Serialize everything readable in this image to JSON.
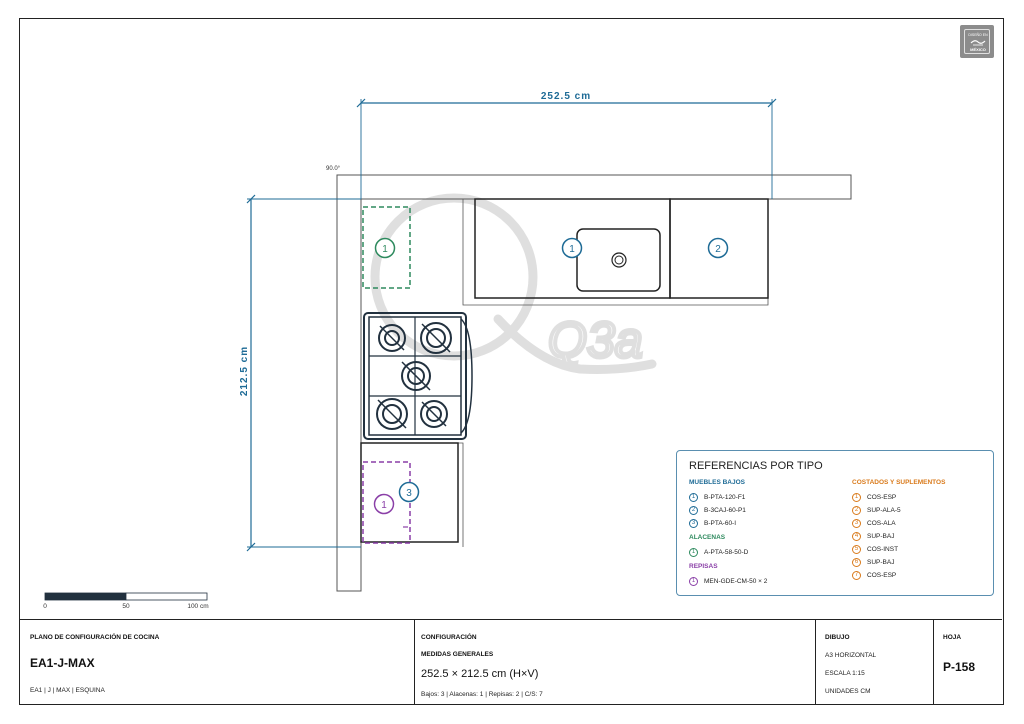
{
  "drawing": {
    "angle_label": "90.0°",
    "width_dim": "252.5 cm",
    "height_dim": "212.5 cm",
    "watermark": "Q3a",
    "markers": [
      {
        "number": "1",
        "color": "#2e8a5e",
        "category": "alacenas"
      },
      {
        "number": "1",
        "color": "#1e6b96",
        "category": "muebles_bajos"
      },
      {
        "number": "2",
        "color": "#1e6b96",
        "category": "muebles_bajos"
      },
      {
        "number": "3",
        "color": "#1e6b96",
        "category": "muebles_bajos"
      },
      {
        "number": "1",
        "color": "#8a3fa7",
        "category": "repisas"
      }
    ],
    "stove_icon": "stove-top-icon",
    "sink_icon": "sink-icon"
  },
  "scale_bar": {
    "labels": [
      "0",
      "50",
      "100 cm"
    ]
  },
  "badge": {
    "top": "DISEÑO EN",
    "bottom": "MÉXICO",
    "icon": "flag-icon"
  },
  "legend": {
    "title": "REFERENCIAS POR TIPO",
    "muebles_bajos": {
      "heading": "MUEBLES BAJOS",
      "items": [
        {
          "num": "1",
          "code": "B-PTA-120-F1"
        },
        {
          "num": "2",
          "code": "B-3CAJ-60-P1"
        },
        {
          "num": "3",
          "code": "B-PTA-60-I"
        }
      ]
    },
    "alacenas": {
      "heading": "ALACENAS",
      "items": [
        {
          "num": "1",
          "code": "A-PTA-58-50-D"
        }
      ]
    },
    "repisas": {
      "heading": "REPISAS",
      "items": [
        {
          "num": "1",
          "code": "MEN-GDE-CM-50 × 2"
        }
      ]
    },
    "costados": {
      "heading": "COSTADOS Y SUPLEMENTOS",
      "items": [
        {
          "num": "1",
          "code": "COS-ESP"
        },
        {
          "num": "2",
          "code": "SUP-ALA-5"
        },
        {
          "num": "3",
          "code": "COS-ALA"
        },
        {
          "num": "4",
          "code": "SUP-BAJ"
        },
        {
          "num": "5",
          "code": "COS-INST"
        },
        {
          "num": "6",
          "code": "SUP-BAJ"
        },
        {
          "num": "7",
          "code": "COS-ESP"
        }
      ]
    },
    "colors": {
      "blue": "#1e6b96",
      "green": "#2e8a5e",
      "purple": "#8a3fa7",
      "orange": "#d97a1b"
    }
  },
  "title_block": {
    "plan_label": "PLANO DE CONFIGURACIÓN DE COCINA",
    "plan_name": "EA1-J-MAX",
    "plan_sub": "EA1 | J | MAX | ESQUINA",
    "config_label": "CONFIGURACIÓN",
    "medidas_label": "MEDIDAS GENERALES",
    "medidas_value": "252.5 × 212.5 cm (H×V)",
    "counts": "Bajos: 3 | Alacenas: 1 | Repisas: 2 | C/S: 7",
    "dibujo_label": "DIBUJO",
    "dibujo_format": "A3 HORIZONTAL",
    "dibujo_scale": "ESCALA 1:15",
    "dibujo_units": "UNIDADES CM",
    "hoja_label": "HOJA",
    "hoja_value": "P-158"
  }
}
